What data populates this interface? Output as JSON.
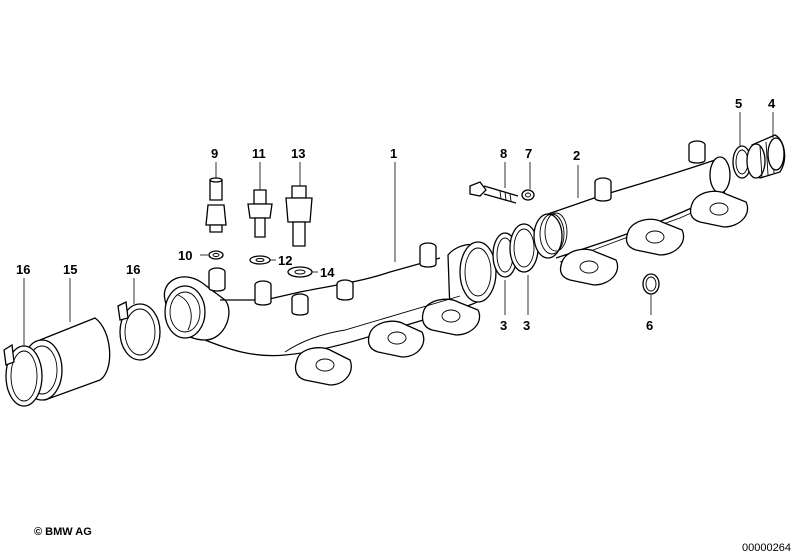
{
  "labels": {
    "p1": "1",
    "p2": "2",
    "p3a": "3",
    "p3b": "3",
    "p4": "4",
    "p5": "5",
    "p6": "6",
    "p7": "7",
    "p8": "8",
    "p9": "9",
    "p10": "10",
    "p11": "11",
    "p12": "12",
    "p13": "13",
    "p14": "14",
    "p15": "15",
    "p16a": "16",
    "p16b": "16"
  },
  "footer": {
    "copyright": "© BMW AG",
    "diagram_number": "00000264"
  }
}
